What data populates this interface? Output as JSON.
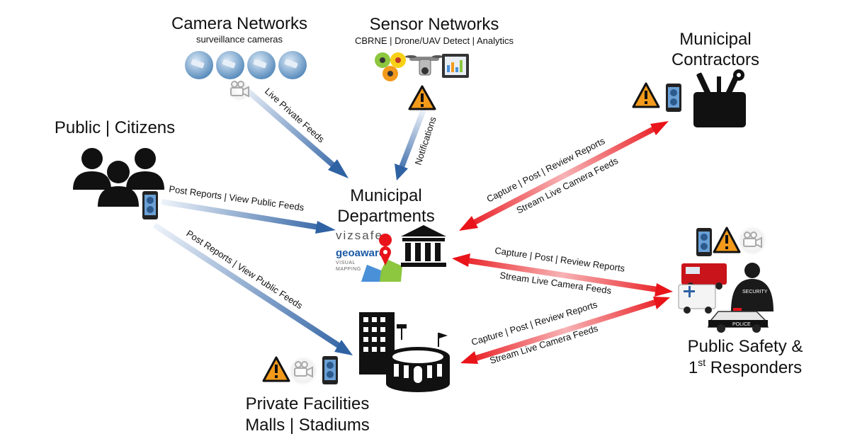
{
  "nodes": {
    "camera_networks": {
      "title": "Camera Networks",
      "subtitle": "surveillance cameras"
    },
    "sensor_networks": {
      "title": "Sensor Networks",
      "subtitle": "CBRNE | Drone/UAV Detect | Analytics"
    },
    "municipal_contractors": {
      "title_line1": "Municipal",
      "title_line2": "Contractors"
    },
    "public_citizens": {
      "title": "Public | Citizens"
    },
    "municipal_departments": {
      "title_line1": "Municipal",
      "title_line2": "Departments"
    },
    "public_safety": {
      "title_line1": "Public Safety &",
      "title_line2_pre": "1",
      "title_line2_sup": "st",
      "title_line2_post": " Responders"
    },
    "private_facilities": {
      "title_line1": "Private Facilities",
      "title_line2": "Malls | Stadiums"
    }
  },
  "logos": {
    "vizsafe": "vizsafe",
    "geoaware": "geoaware",
    "geoaware_tm": "™",
    "visual": "VISUAL",
    "mapping": "MAPPING"
  },
  "edges": {
    "camera_feed": "Live Private Feeds",
    "sensor_notify": "Notifications",
    "public_to_dept": "Post Reports | View Public Feeds",
    "public_to_private": "Post Reports | View Public Feeds",
    "contractor_line1": "Capture | Post | Review Reports",
    "contractor_line2": "Stream Live Camera Feeds",
    "safety_line1": "Capture | Post | Review Reports",
    "safety_line2": "Stream Live Camera Feeds",
    "private_line1": "Capture | Post | Review Reports",
    "private_line2": "Stream Live Camera Feeds"
  },
  "vehicle_labels": {
    "security": "SECURITY",
    "police": "POLICE"
  },
  "colors": {
    "one_way_arrow_start": "#e8eef7",
    "one_way_arrow_end": "#2f62a3",
    "two_way_arrow": "#e8141a",
    "two_way_arrow_light": "#f7b3b5",
    "warning_fill": "#f39a1b",
    "text": "#111111"
  }
}
